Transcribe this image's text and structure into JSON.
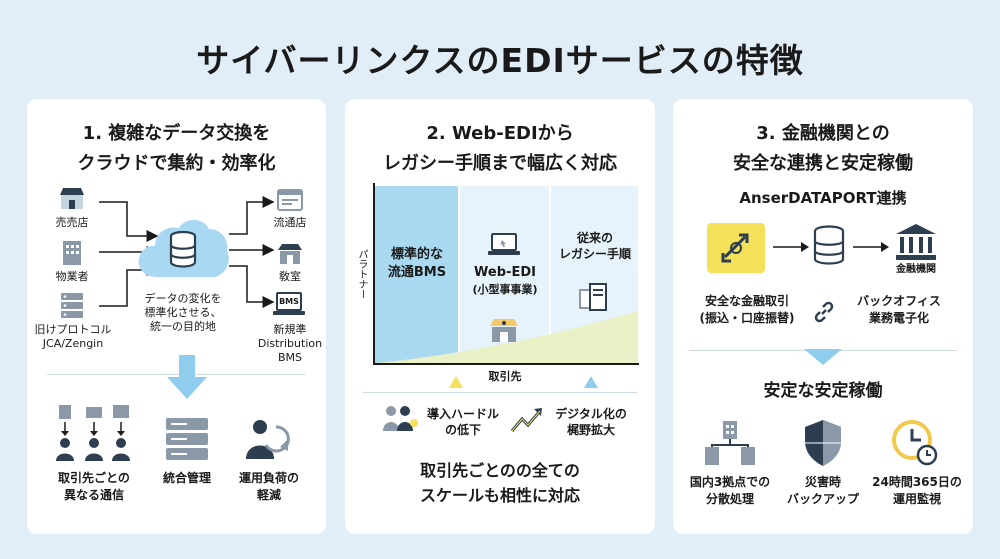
{
  "title": "サイバーリンクスのEDIサービスの特徴",
  "card1": {
    "heading_line1": "1. 複雑なデータ交換を",
    "heading_line2": "クラウドで集約・効率化",
    "sources": [
      "売売店",
      "物業者",
      "旧けプロトコル",
      "JCA/Zengin"
    ],
    "targets": [
      "流通店",
      "敎室",
      "新規準",
      "Distribution",
      "BMS"
    ],
    "bms_badge": "BMS",
    "center_line1": "データの変化を",
    "center_line2": "標準化させる、",
    "center_line3": "統一の目的地",
    "bottom1_line1": "取引先ごとの",
    "bottom1_line2": "異なる通信",
    "bottom2": "統合管理",
    "bottom3_line1": "運用負荷の",
    "bottom3_line2": "軽減"
  },
  "card2": {
    "heading_line1": "2. Web-EDIから",
    "heading_line2": "レガシー手順まで幅広く対応",
    "ylabel": "パラトナー",
    "xlabel": "取引先",
    "seg1_line1": "標準的な",
    "seg1_line2": "流通BMS",
    "seg2_line1": "Web-EDI",
    "seg2_line2": "(小型事事業)",
    "seg3_line1": "従来の",
    "seg3_line2": "レガシー手順",
    "benefit1_line1": "導入ハードル",
    "benefit1_line2": "の低下",
    "benefit2_line1": "デジタル化の",
    "benefit2_line2": "梶野拡大",
    "footer_line1": "取引先ごとのの全ての",
    "footer_line2": "スケールも相性に対応"
  },
  "card3": {
    "heading_line1": "3. 金融機関との",
    "heading_line2": "安全な連携と安定稼働",
    "subtitle": "AnserDATAPORT連携",
    "bank_label": "金融機関",
    "left_line1": "安全な金融取引",
    "left_line2": "(振込・口座振替)",
    "right_line1": "バックオフィス",
    "right_line2": "業務電子化",
    "section2": "安定な安定稼働",
    "item1_line1": "国内3拠点での",
    "item1_line2": "分散処理",
    "item2_line1": "災害時",
    "item2_line2": "バックアップ",
    "item3_line1": "24時間365日の",
    "item3_line2": "運用監視"
  },
  "colors": {
    "background": "#e1eef8",
    "accent_blue": "#7ec3ea",
    "icon_gray": "#8a98a8",
    "dark_navy": "#2c3e50",
    "yellow": "#f5e05a"
  }
}
